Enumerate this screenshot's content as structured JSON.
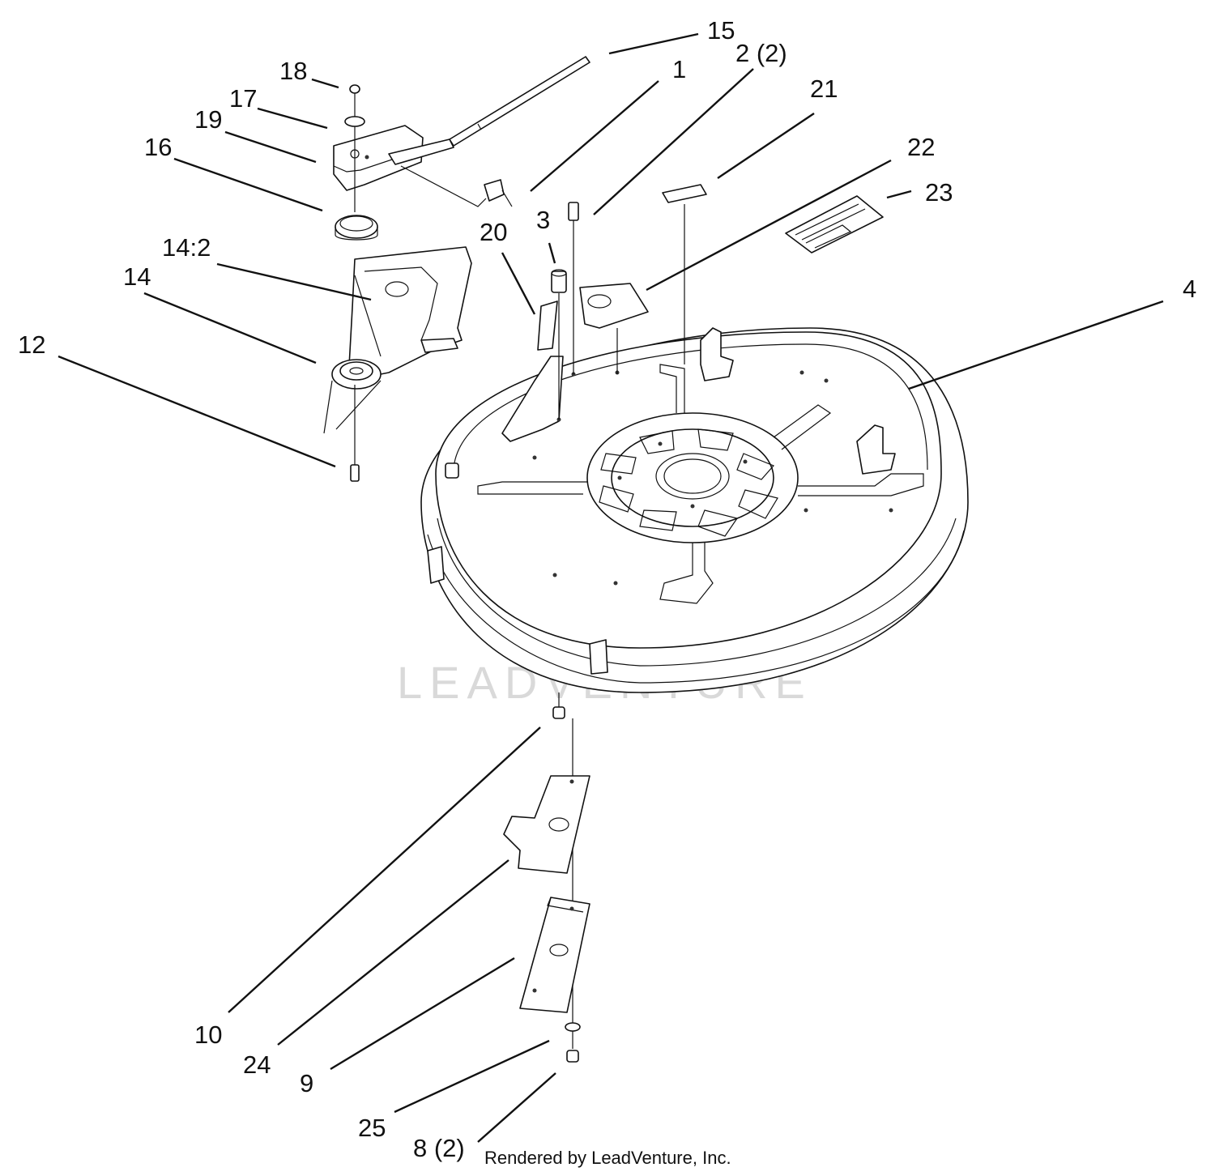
{
  "watermark": "LEADVENTURE",
  "credit": "Rendered by LeadVenture, Inc.",
  "callouts": {
    "c15": "15",
    "c2": "2 (2)",
    "c1": "1",
    "c18": "18",
    "c17": "17",
    "c19": "19",
    "c16": "16",
    "c21": "21",
    "c22": "22",
    "c23": "23",
    "c3": "3",
    "c20": "20",
    "c14_2": "14:2",
    "c14": "14",
    "c12": "12",
    "c4": "4",
    "c10": "10",
    "c24": "24",
    "c9": "9",
    "c25": "25",
    "c8": "8 (2)"
  }
}
